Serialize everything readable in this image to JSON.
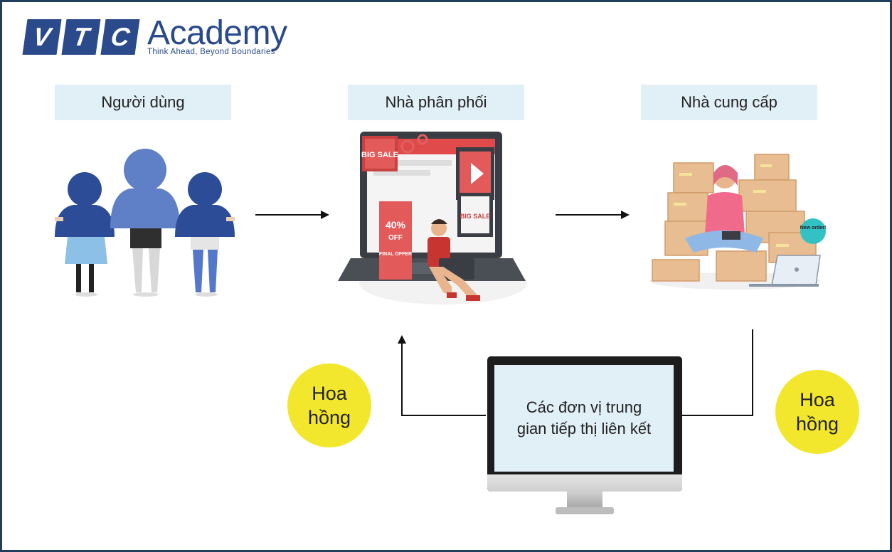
{
  "logo": {
    "letters": [
      "V",
      "T",
      "C"
    ],
    "word": "Academy",
    "tagline": "Think Ahead, Beyond Boundaries"
  },
  "nodes": {
    "users": {
      "label": "Người dùng"
    },
    "distributor": {
      "label": "Nhà phân phối"
    },
    "supplier": {
      "label": "Nhà cung cấp"
    }
  },
  "center": {
    "label": "Các đơn vị trung gian tiếp thị liên kết"
  },
  "commission_left": {
    "label": "Hoa hồng"
  },
  "commission_right": {
    "label": "Hoa hồng"
  },
  "illustrations": {
    "sale_big": "BIG SALE",
    "sale_pct": "40%",
    "sale_off": "OFF",
    "final_offer": "FINAL OFFER",
    "new_order": "New order!"
  },
  "colors": {
    "brand": "#2a4a8c",
    "label_bg": "#e1eff7",
    "badge": "#f3e72d",
    "frame": "#1f3f5c"
  }
}
